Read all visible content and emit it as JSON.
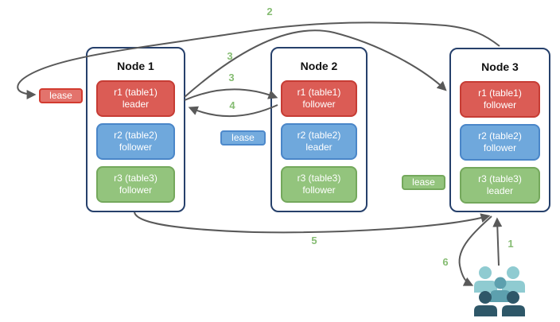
{
  "title": "raft replication lease diagram",
  "nodes": [
    {
      "title": "Node 1",
      "replicas": [
        {
          "replica": "r1 (table1)",
          "role": "leader",
          "color": "red"
        },
        {
          "replica": "r2 (table2)",
          "role": "follower",
          "color": "blue"
        },
        {
          "replica": "r3 (table3)",
          "role": "follower",
          "color": "green"
        }
      ]
    },
    {
      "title": "Node 2",
      "replicas": [
        {
          "replica": "r1 (table1)",
          "role": "follower",
          "color": "red"
        },
        {
          "replica": "r2 (table2)",
          "role": "leader",
          "color": "blue"
        },
        {
          "replica": "r3 (table3)",
          "role": "follower",
          "color": "green"
        }
      ]
    },
    {
      "title": "Node 3",
      "replicas": [
        {
          "replica": "r1 (table1)",
          "role": "follower",
          "color": "red"
        },
        {
          "replica": "r2 (table2)",
          "role": "follower",
          "color": "blue"
        },
        {
          "replica": "r3 (table3)",
          "role": "leader",
          "color": "green"
        }
      ]
    }
  ],
  "leases": [
    {
      "label": "lease",
      "color": "red"
    },
    {
      "label": "lease",
      "color": "blue"
    },
    {
      "label": "lease",
      "color": "green"
    }
  ],
  "steps": [
    {
      "label": "1"
    },
    {
      "label": "2"
    },
    {
      "label": "3"
    },
    {
      "label": "3"
    },
    {
      "label": "4"
    },
    {
      "label": "5"
    },
    {
      "label": "6"
    }
  ],
  "icons": {
    "clients": "users-group-icon"
  },
  "colors": {
    "arrow": "#595959",
    "step_label": "#85BC72",
    "node_border": "#26406B",
    "red_fill": "#DB5C55",
    "red_border": "#C63C34",
    "blue_fill": "#6FA8DC",
    "blue_border": "#4A86C8",
    "green_fill": "#93C47D",
    "green_border": "#74A85C",
    "people_light": "#8FCBD1",
    "people_medium": "#5DA0AE",
    "people_dark": "#2E5768"
  }
}
